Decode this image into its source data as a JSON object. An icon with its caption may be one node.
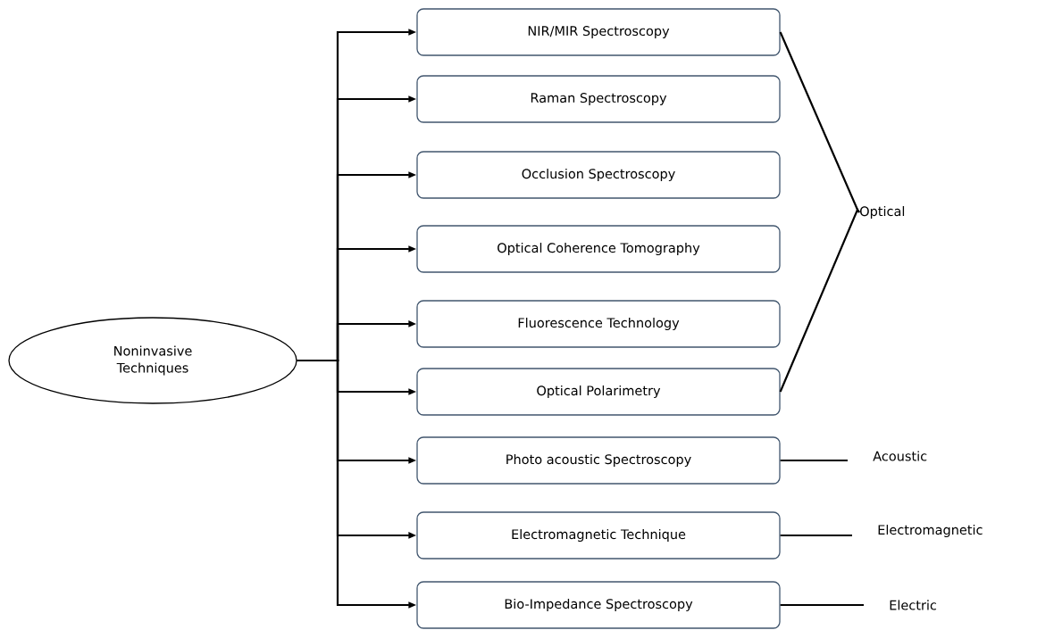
{
  "diagram": {
    "nodes": [
      {
        "text": [
          "Noninvasive Techniques"
        ]
      },
      {
        "text": [
          "NIR/MIR Spectroscopy"
        ]
      },
      {
        "text": [
          "Raman Spectroscopy"
        ]
      },
      {
        "text": [
          "Occlusion Spectroscopy"
        ]
      },
      {
        "text": [
          "Optical Coherence Tomography"
        ]
      },
      {
        "text": [
          "Fluorescence Technology"
        ]
      },
      {
        "text": [
          "Optical Polarimetry"
        ]
      },
      {
        "text": [
          "Photo acoustic Spectroscopy"
        ]
      },
      {
        "text": [
          "Electromagnetic Technique"
        ]
      },
      {
        "text": [
          "Bio-Impedance Spectroscopy"
        ]
      },
      {
        "text": [
          "Optical"
        ]
      },
      {
        "text": [
          "Acoustic"
        ]
      },
      {
        "text": [
          "Electromagnetic"
        ]
      },
      {
        "text": [
          "Electric"
        ]
      }
    ],
    "edges": [
      {
        "from": 0,
        "to": 1,
        "arrow": "to"
      },
      {
        "from": 0,
        "to": 2,
        "arrow": "to"
      },
      {
        "from": 0,
        "to": 3,
        "arrow": "to"
      },
      {
        "from": 0,
        "to": 4,
        "arrow": "to"
      },
      {
        "from": 0,
        "to": 5,
        "arrow": "to"
      },
      {
        "from": 0,
        "to": 6,
        "arrow": "to"
      },
      {
        "from": 0,
        "to": 7,
        "arrow": "to"
      },
      {
        "from": 0,
        "to": 8,
        "arrow": "to"
      },
      {
        "from": 0,
        "to": 9,
        "arrow": "to"
      },
      {
        "from": 1,
        "to": 10,
        "arrow": "none"
      },
      {
        "from": 6,
        "to": 10,
        "arrow": "none"
      },
      {
        "from": 7,
        "to": 11,
        "arrow": "none"
      },
      {
        "from": 8,
        "to": 12,
        "arrow": "none"
      },
      {
        "from": 9,
        "to": 13,
        "arrow": "none"
      }
    ]
  }
}
